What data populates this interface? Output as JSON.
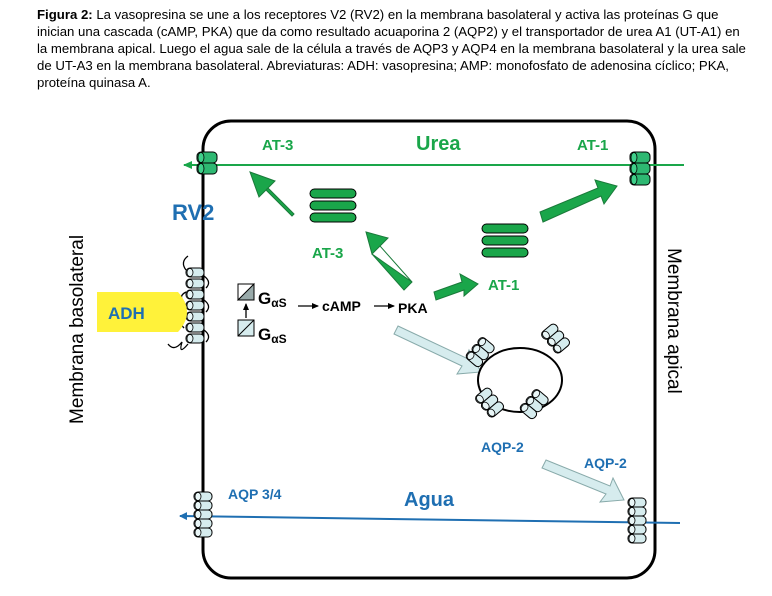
{
  "caption": {
    "label": "Figura 2:",
    "text": " La vasopresina se une a los receptores V2 (RV2) en la membrana basolateral y activa las proteínas G que inician una cascada (cAMP, PKA) que da como resultado acuaporina 2 (AQP2)  y el transportador de urea A1 (UT-A1) en la membrana apical. Luego el agua sale de la célula a través de AQP3 y AQP4 en la membrana basolateral y  la urea sale de UT-A3 en la membrana basolateral. Abreviaturas: ADH: vasopresina; AMP: monofosfato de adenosina cíclico; PKA, proteína quinasa A."
  },
  "labels": {
    "urea": "Urea",
    "agua": "Agua",
    "at3_top": "AT-3",
    "at1_top": "AT-1",
    "at3_mid": "AT-3",
    "at1_mid": "AT-1",
    "rv2": "RV2",
    "adh": "ADH",
    "g_main": "G",
    "g_sub": "αS",
    "camp": "cAMP",
    "pka": "PKA",
    "aqp2_a": "AQP-2",
    "aqp2_b": "AQP-2",
    "aqp34": "AQP 3/4",
    "membrana_basolateral": "Membrana basolateral",
    "membrana_apical": "Membrana apical"
  },
  "colors": {
    "green": "#1aa64a",
    "channel_green": "#2eb872",
    "blue": "#1f6fb2",
    "adh_yellow": "#fff23a",
    "aqp_fill": "#d6ecee",
    "light_arrow": "#d6ecee"
  }
}
